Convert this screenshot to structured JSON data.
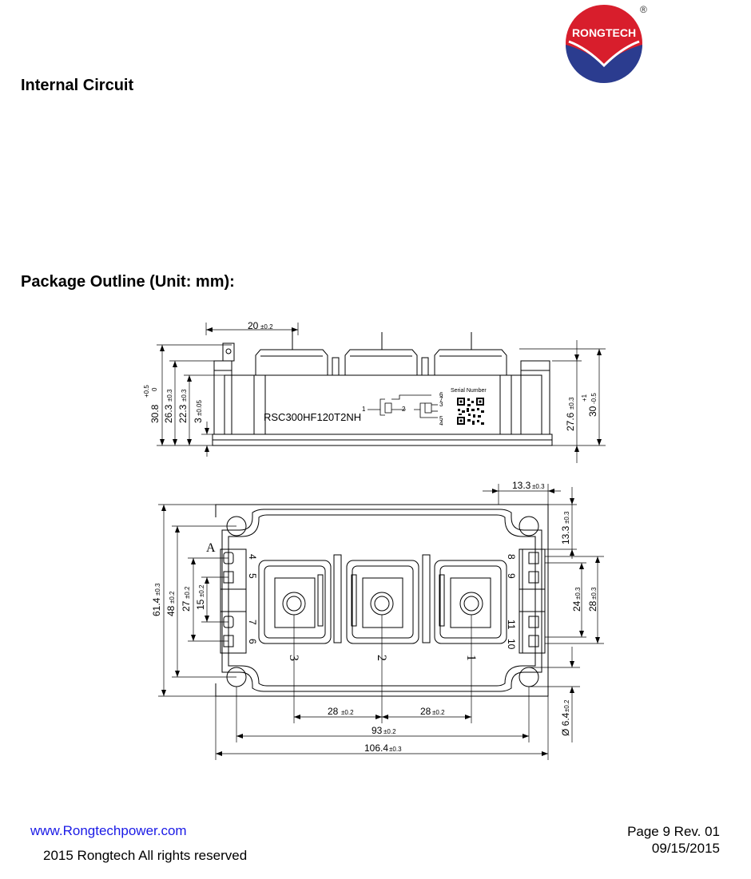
{
  "logo": {
    "brand": "RONGTECH",
    "registered": "®"
  },
  "headings": {
    "internal_circuit": "Internal Circuit",
    "package_outline": "Package Outline (Unit: mm):"
  },
  "side_view": {
    "part_number": "RSC300HF120T2NH",
    "serial_label": "Serial Number",
    "schematic_pins": [
      "1",
      "2",
      "3",
      "4",
      "5",
      "6",
      "7"
    ],
    "dims": {
      "top_width": "20",
      "top_width_tol": "±0.2",
      "h_total": "30.8",
      "h_total_tol_plus": "+0.5",
      "h_total_tol_minus": "0",
      "h_26": "26.3",
      "h_26_tol": "±0.3",
      "h_22": "22.3",
      "h_22_tol": "±0.3",
      "h_3": "3",
      "h_3_tol": "±0.05",
      "h_right": "27.6",
      "h_right_tol": "±0.3",
      "h_30": "30",
      "h_30_tol_plus": "+1",
      "h_30_tol_minus": "-0.5"
    }
  },
  "top_view": {
    "datum": "A",
    "terminals": [
      "3",
      "2",
      "1"
    ],
    "aux_pins_left": [
      "4",
      "5",
      "7",
      "6"
    ],
    "aux_pins_right": [
      "8",
      "9",
      "11",
      "10"
    ],
    "dims": {
      "w_13_3": "13.3",
      "w_13_3_tol": "±0.3",
      "h_13_3": "13.3",
      "h_13_3_tol": "±0.3",
      "h_24": "24",
      "h_24_tol": "±0.3",
      "h_28": "28",
      "h_28_tol": "±0.3",
      "h_61_4": "61.4",
      "h_61_4_tol": "±0.3",
      "h_48": "48",
      "h_48_tol": "±0.2",
      "h_27": "27",
      "h_27_tol": "±0.2",
      "h_15": "15",
      "h_15_tol": "±0.2",
      "w_28_left": "28",
      "w_28_left_tol": "±0.2",
      "w_28_right": "28",
      "w_28_right_tol": "±0.2",
      "w_93": "93",
      "w_93_tol": "±0.2",
      "w_106_4": "106.4",
      "w_106_4_tol": "±0.3",
      "hole_dia": "Ø 6.4",
      "hole_dia_tol": "±0.2"
    }
  },
  "footer": {
    "website": "www.Rongtechpower.com",
    "copyright": "2015 Rongtech All rights reserved",
    "page": "Page 9  Rev. 01",
    "date": "09/15/2015"
  },
  "colors": {
    "logo_red": "#d81e2c",
    "logo_blue": "#2b3c8f",
    "link_blue": "#1a1ae6"
  }
}
